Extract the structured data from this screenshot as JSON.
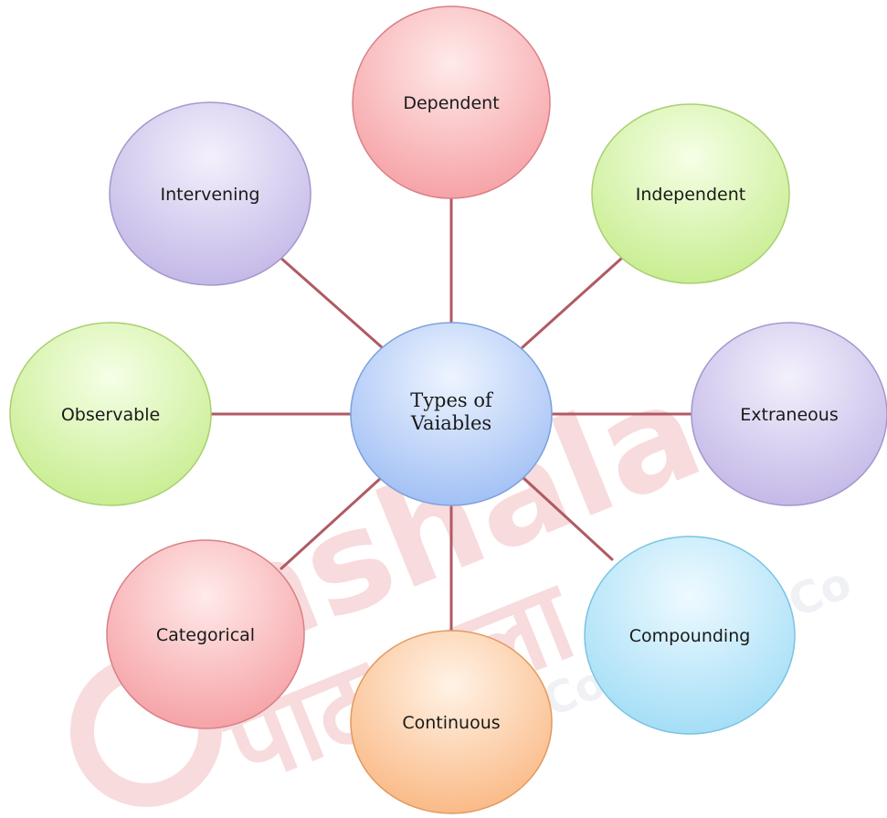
{
  "diagram": {
    "center": {
      "line1": "Types of",
      "line2": "Vaiables"
    },
    "nodes": {
      "dependent": "Dependent",
      "independent": "Independent",
      "extraneous": "Extraneous",
      "compounding": "Compounding",
      "continuous": "Continuous",
      "categorical": "Categorical",
      "observable": "Observable",
      "intervening": "Intervening"
    }
  },
  "watermark": {
    "brand": "nshala",
    "hindi": "पाठशाला",
    "tagline": "st Compl... e Co"
  },
  "colors": {
    "connector": "#b05a64",
    "pink": "#f7a9ab",
    "green": "#cdef98",
    "purple": "#c9bfe8",
    "cyan": "#a9e3f8",
    "orange": "#fbc08e",
    "blue": "#a9c6f6"
  }
}
